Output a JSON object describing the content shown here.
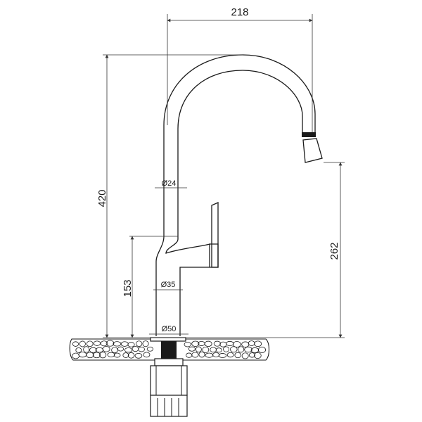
{
  "dimensions": {
    "spout_reach": "218",
    "total_height": "420",
    "spout_height": "262",
    "lever_height": "153",
    "tube_diameter": "Ø24",
    "body_diameter": "Ø35",
    "base_diameter": "Ø50"
  },
  "colors": {
    "line": "#1a1a1a",
    "dim_line": "#333333",
    "aerator": "#1a1a1a",
    "countertop_fill": "#ffffff"
  }
}
